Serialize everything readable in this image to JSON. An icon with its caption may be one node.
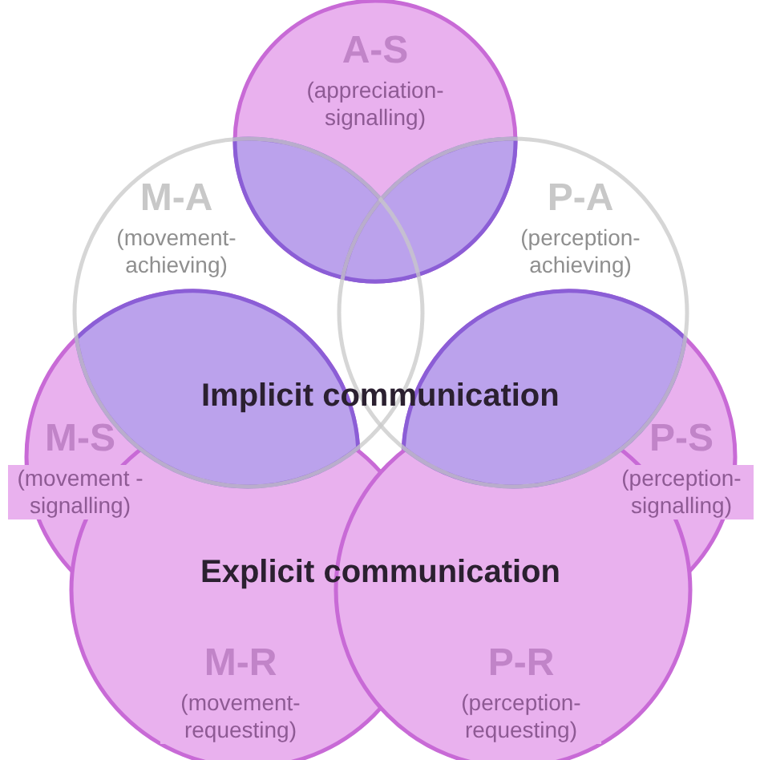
{
  "diagram": {
    "nodes": [
      {
        "text": [
          "A-S",
          "(appreciation-signalling)"
        ]
      },
      {
        "text": [
          "M-A",
          "(movement-achieving)"
        ]
      },
      {
        "text": [
          "P-A",
          "(perception-achieving)"
        ]
      },
      {
        "text": [
          "M-S",
          "(movement -signalling)"
        ]
      },
      {
        "text": [
          "P-S",
          "(perception-signalling)"
        ]
      },
      {
        "text": [
          "M-R",
          "(movement-requesting)"
        ]
      },
      {
        "text": [
          "P-R",
          "(perception-requesting)"
        ]
      }
    ],
    "labels": [
      "Implicit communication",
      "Explicit communication"
    ]
  }
}
